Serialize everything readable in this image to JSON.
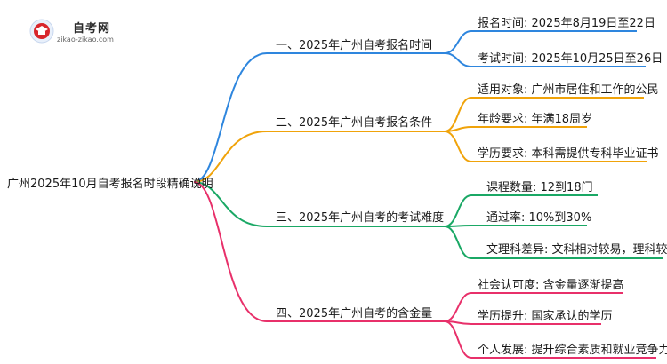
{
  "logo": {
    "brand": "自考网",
    "domain": "zikao-zikao.com",
    "icon": "graduation-cap-icon"
  },
  "root": "广州2025年10月自考报名时段精确说明",
  "branches": [
    {
      "label": "一、2025年广州自考报名时间",
      "color": "#2e86de",
      "leaves": [
        "报名时间: 2025年8月19日至22日",
        "考试时间: 2025年10月25日至26日"
      ]
    },
    {
      "label": "二、2025年广州自考报名条件",
      "color": "#f0a30a",
      "leaves": [
        "适用对象: 广州市居住和工作的公民",
        "年龄要求: 年满18周岁",
        "学历要求: 本科需提供专科毕业证书"
      ]
    },
    {
      "label": "三、2025年广州自考的考试难度",
      "color": "#1aa865",
      "leaves": [
        "课程数量: 12到18门",
        "通过率: 10%到30%",
        "文理科差异: 文科相对较易，理科较难"
      ]
    },
    {
      "label": "四、2025年广州自考的含金量",
      "color": "#e8306a",
      "leaves": [
        "社会认可度: 含金量逐渐提高",
        "学历提升: 国家承认的学历",
        "个人发展: 提升综合素质和就业竞争力"
      ]
    }
  ]
}
